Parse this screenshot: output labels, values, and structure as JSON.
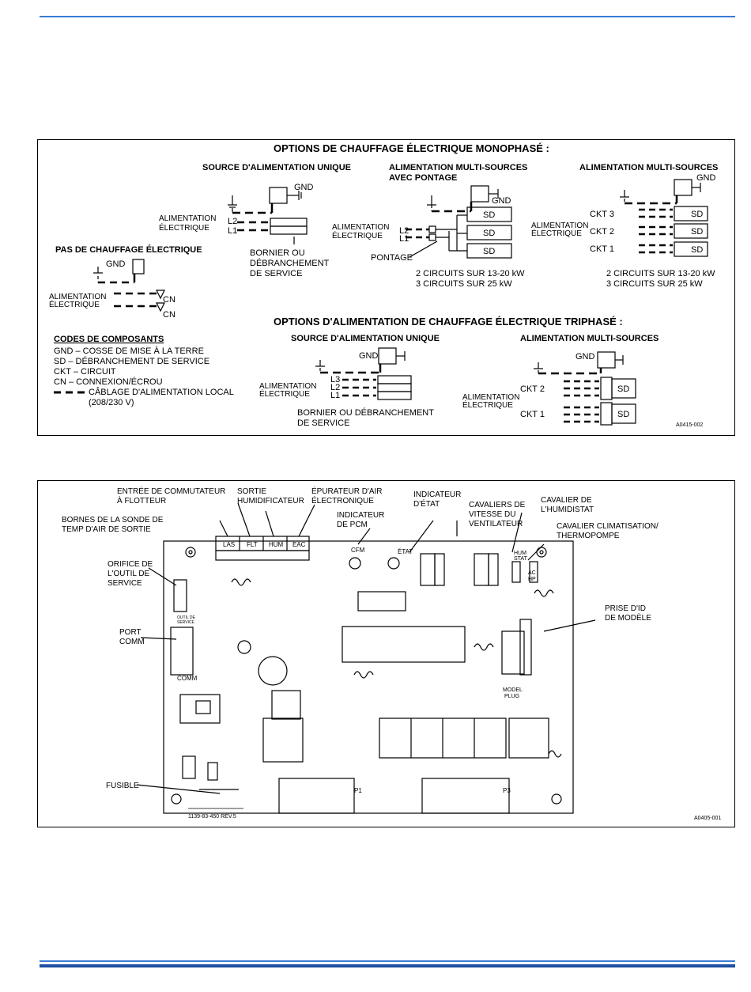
{
  "figure1": {
    "title_single": "OPTIONS DE CHAUFFAGE ÉLECTRIQUE MONOPHASÉ :",
    "title_three": "OPTIONS D'ALIMENTATION DE CHAUFFAGE ÉLECTRIQUE TRIPHASÉ :",
    "single_source": "SOURCE D'ALIMENTATION UNIQUE",
    "multi_bridge_1": "ALIMENTATION MULTI-SOURCES",
    "multi_bridge_2": "AVEC PONTAGE",
    "multi_source": "ALIMENTATION MULTI-SOURCES",
    "gnd": "GND",
    "supply_1": "ALIMENTATION",
    "supply_2": "ÉLECTRIQUE",
    "l1": "L1",
    "l2": "L2",
    "l3": "L3",
    "sd": "SD",
    "cn": "CN",
    "ckt1": "CKT 1",
    "ckt2": "CKT 2",
    "ckt3": "CKT 3",
    "bornier_1": "BORNIER OU",
    "bornier_2": "DÉBRANCHEMENT",
    "bornier_3": "DE SERVICE",
    "pontage": "PONTAGE",
    "circuits_1": "2 CIRCUITS SUR 13-20 kW",
    "circuits_2": "3 CIRCUITS SUR 25 kW",
    "no_heat": "PAS DE CHAUFFAGE ÉLECTRIQUE",
    "codes_title": "CODES DE COMPOSANTS",
    "code_gnd": "GND – COSSE DE MISE À LA TERRE",
    "code_sd": "SD – DÉBRANCHEMENT DE SERVICE",
    "code_ckt": "CKT – CIRCUIT",
    "code_cn": "CN – CONNEXION/ÉCROU",
    "code_wire_1": "CÂBLAGE D'ALIMENTATION LOCAL",
    "code_wire_2": "(208/230 V)",
    "bornier3_1": "BORNIER OU DÉBRANCHEMENT",
    "bornier3_2": "DE SERVICE",
    "fig_id": "A0415-002"
  },
  "figure2": {
    "float_switch_1": "ENTRÉE DE COMMUTATEUR",
    "float_switch_2": "À FLOTTEUR",
    "humid_out_1": "SORTIE",
    "humid_out_2": "HUMIDIFICATEUR",
    "eac_1": "ÉPURATEUR D'AIR",
    "eac_2": "ÉLECTRONIQUE",
    "probe_1": "BORNES DE LA SONDE DE",
    "probe_2": "TEMP D'AIR DE SORTIE",
    "pcm_ind_1": "INDICATEUR",
    "pcm_ind_2": "DE PCM",
    "status_ind_1": "INDICATEUR",
    "status_ind_2": "D'ÉTAT",
    "fan_jumper_1": "CAVALIERS DE",
    "fan_jumper_2": "VITESSE DU",
    "fan_jumper_3": "VENTILATEUR",
    "humidistat_1": "CAVALIER DE",
    "humidistat_2": "L'HUMIDISTAT",
    "ac_hp_1": "CAVALIER CLIMATISATION/",
    "ac_hp_2": "THERMOPOMPE",
    "service_port_1": "ORIFICE DE",
    "service_port_2": "L'OUTIL DE",
    "service_port_3": "SERVICE",
    "comm_port_1": "PORT",
    "comm_port_2": "COMM",
    "model_id_1": "PRISE D'ID",
    "model_id_2": "DE MODÈLE",
    "fuse": "FUSIBLE",
    "board_las": "LAS",
    "board_flt": "FLT",
    "board_hum": "HUM",
    "board_eac": "EAC",
    "board_cfm": "CFM",
    "board_etat": "ÉTAT",
    "board_comm": "COMM",
    "board_model_1": "MODEL",
    "board_model_2": "PLUG",
    "board_rev": "1139-83-450  REV.5",
    "board_humstat_1": "HUM",
    "board_humstat_2": "STAT",
    "board_ac": "AC",
    "board_hp": "HP",
    "board_outil_1": "OUTIL DE",
    "board_outil_2": "SERVICE",
    "board_p1": "P1",
    "board_p3": "P3",
    "fig_id": "A0405-001"
  },
  "colors": {
    "rule": "#3a7bd5",
    "rule_dark": "#1f4fa0"
  }
}
